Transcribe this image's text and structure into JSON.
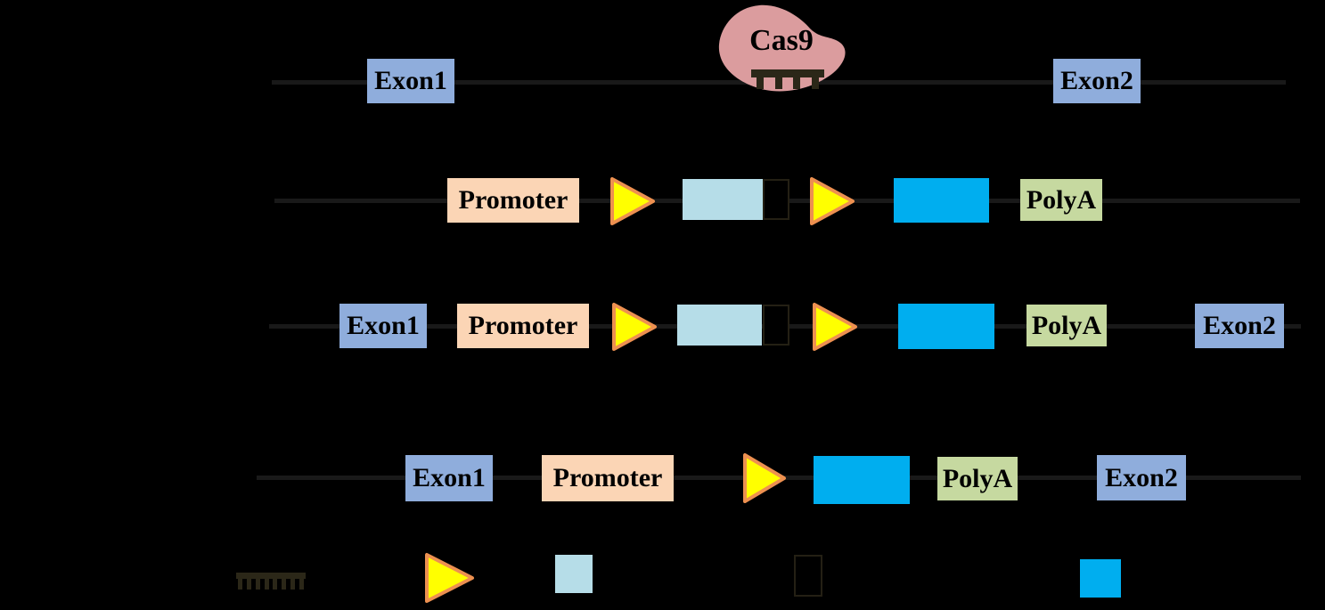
{
  "labels": {
    "cas9": "Cas9",
    "exon1": "Exon1",
    "exon2": "Exon2",
    "promoter": "Promoter",
    "polya": "PolyA"
  },
  "colors": {
    "background": "#000000",
    "exon_box": "#8FADDC",
    "promoter_box": "#FBD5B5",
    "polya_box": "#C6D9A0",
    "light_blue_box": "#B6DDE8",
    "bright_blue_box": "#00AEEF",
    "cas9_blob": "#DB9C9E",
    "triangle_fill": "#FFFF00",
    "triangle_border": "#ED9050",
    "genomic_line": "#191919",
    "comb_icon": "#2B2718",
    "outlined_box_border": "#242014",
    "text": "#000000"
  },
  "icons": {
    "grna_comb": "grna-comb-icon",
    "triangle": "triangle-arrow-icon",
    "light_blue": "light-blue-box-icon",
    "outlined": "outlined-box-icon",
    "blue": "blue-box-icon"
  }
}
